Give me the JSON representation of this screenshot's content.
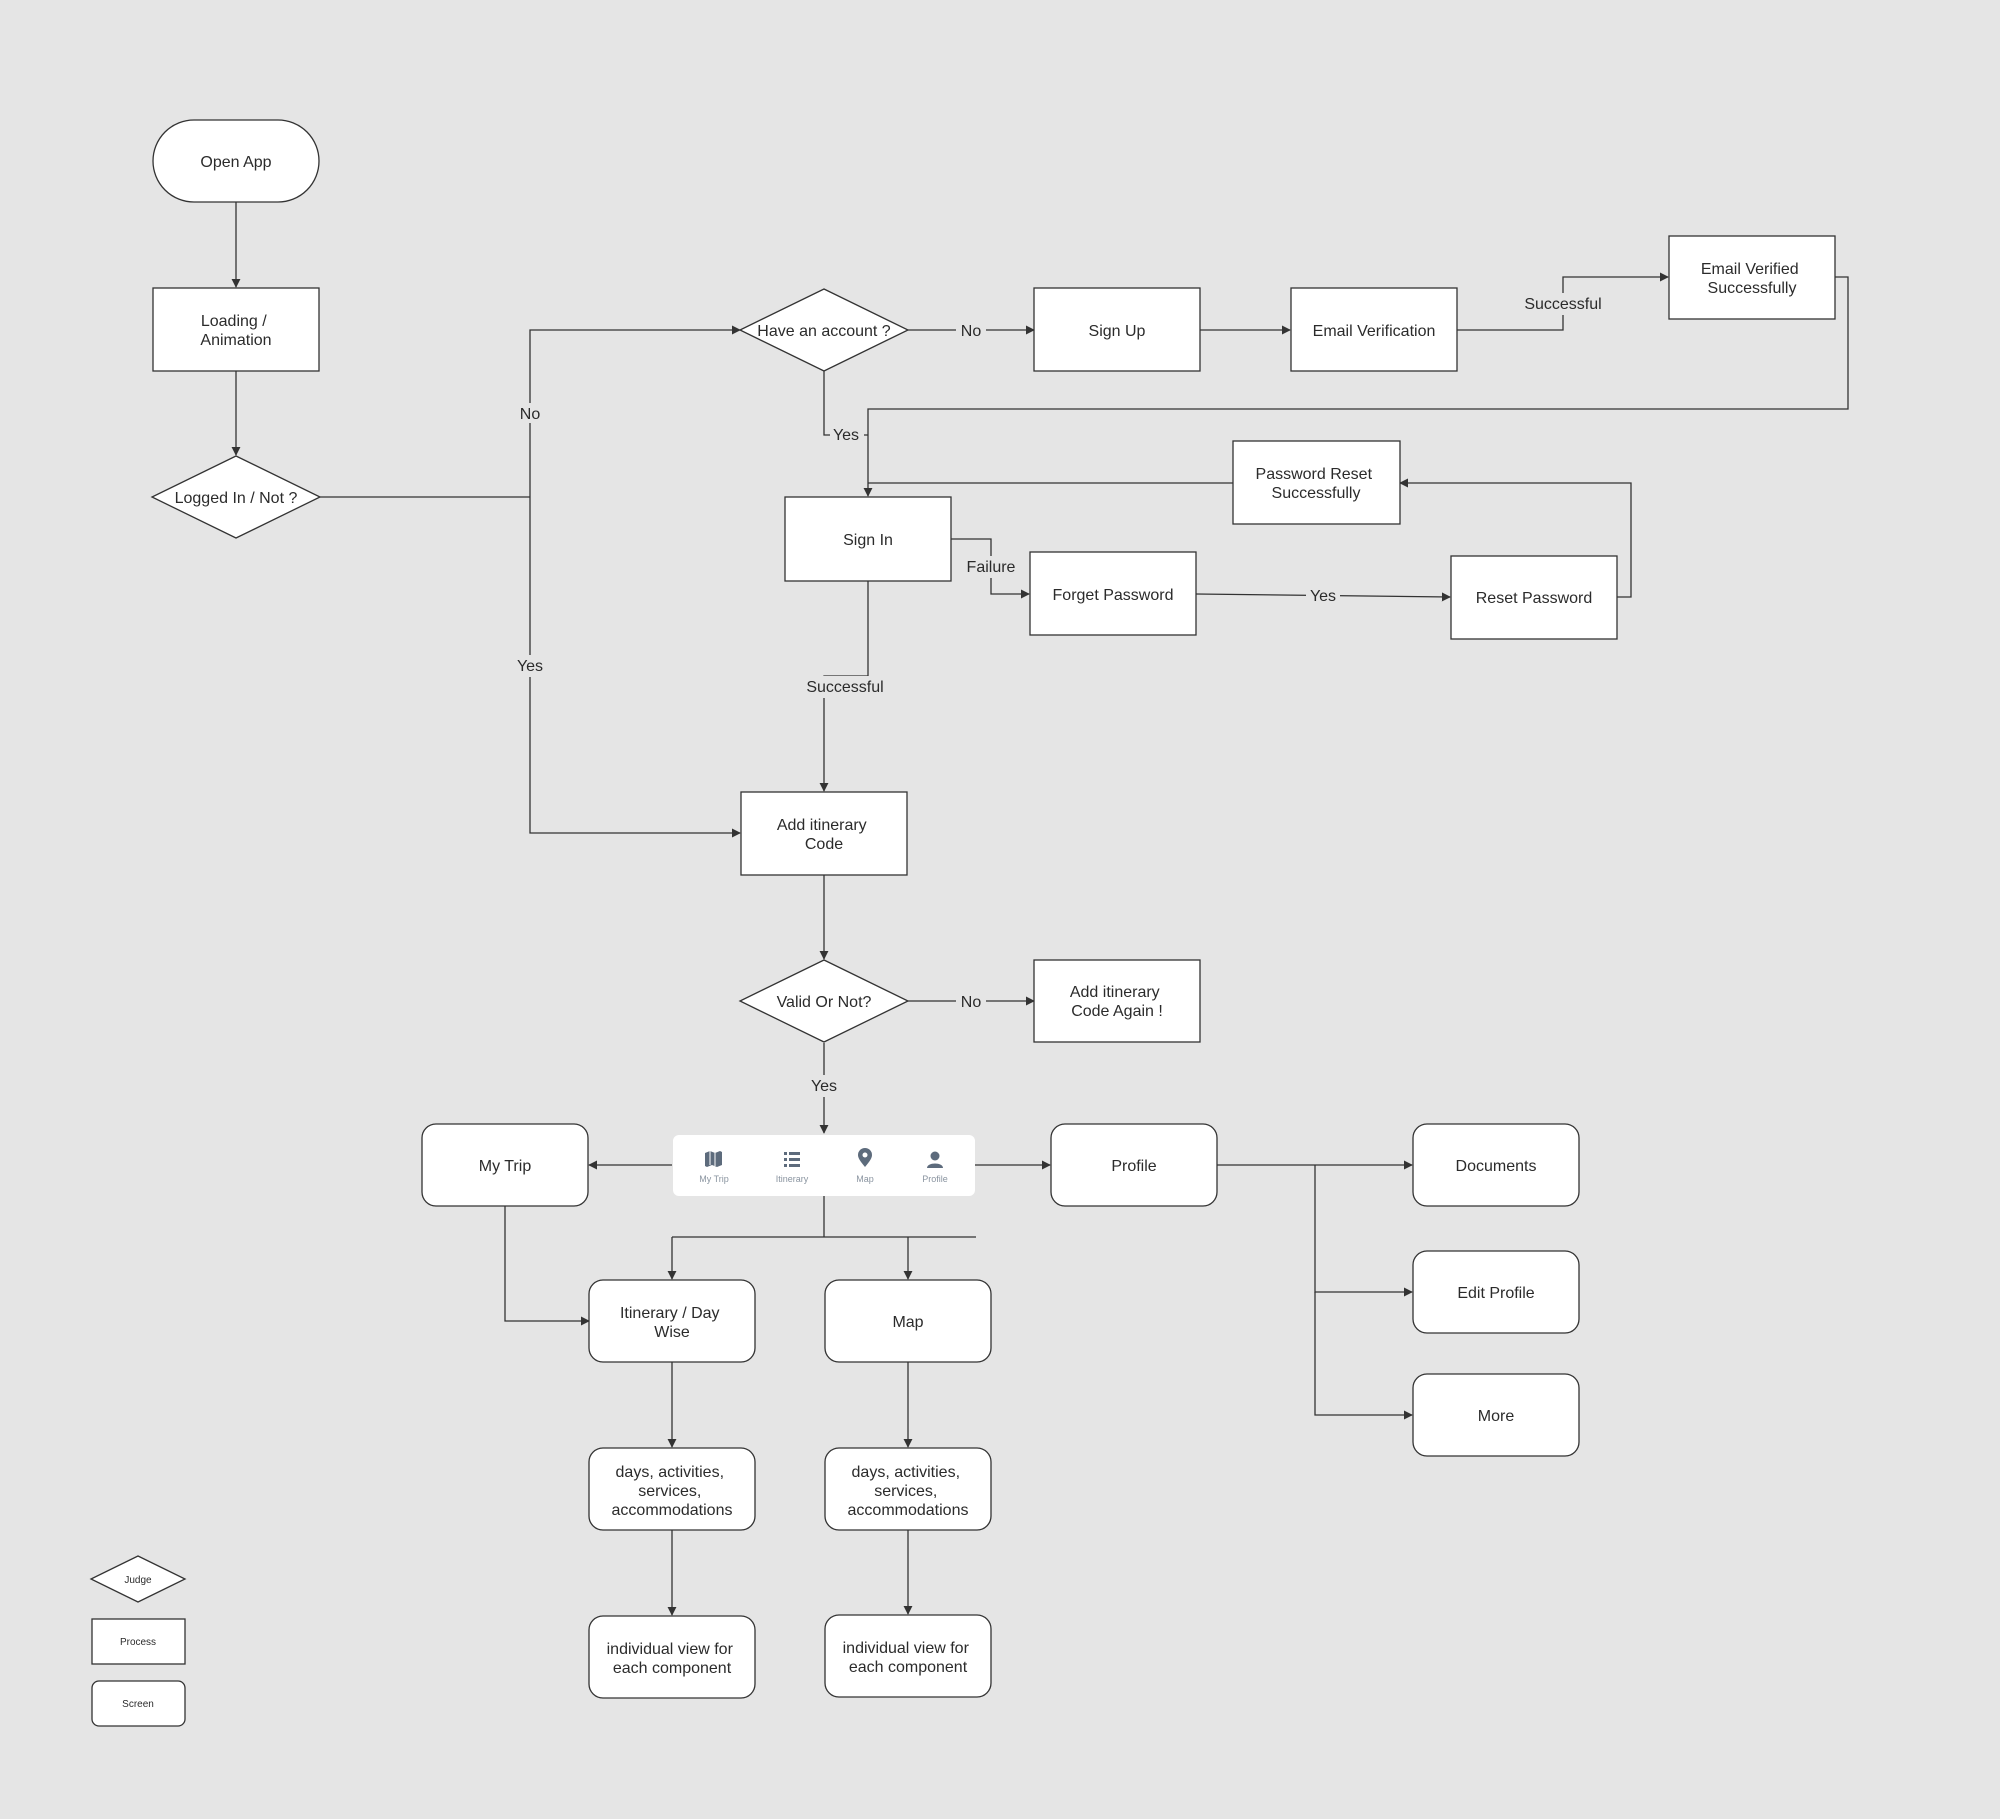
{
  "nodes": {
    "open_app": "Open App",
    "loading": [
      "Loading /",
      "Animation"
    ],
    "logged_in": "Logged In / Not ?",
    "have_account": "Have an account ?",
    "sign_up": "Sign Up",
    "email_verification": "Email Verification",
    "email_verified": [
      "Email Verified",
      "Successfully"
    ],
    "password_reset": [
      "Password Reset",
      "Successfully"
    ],
    "sign_in": "Sign In",
    "forget_password": "Forget Password",
    "reset_password": "Reset Password",
    "add_itinerary": [
      "Add itinerary",
      "Code"
    ],
    "valid_or_not": "Valid Or Not?",
    "add_itinerary_again": [
      "Add itinerary",
      "Code Again !"
    ],
    "my_trip": "My Trip",
    "profile": "Profile",
    "documents": "Documents",
    "edit_profile": "Edit Profile",
    "more": "More",
    "itinerary_day": [
      "Itinerary / Day",
      "Wise"
    ],
    "map": "Map",
    "days_left": [
      "days, activities,",
      "services,",
      "accommodations"
    ],
    "days_right": [
      "days, activities,",
      "services,",
      "accommodations"
    ],
    "individual_left": [
      "individual view for",
      "each component"
    ],
    "individual_right": [
      "individual view for",
      "each component"
    ]
  },
  "edge_labels": {
    "no_have_account": "No",
    "no_logged_in": "No",
    "yes_have_account": "Yes",
    "yes_logged_in": "Yes",
    "successful_email": "Successful",
    "failure_sign_in": "Failure",
    "yes_forget": "Yes",
    "successful_sign_in": "Successful",
    "no_valid": "No",
    "yes_valid": "Yes"
  },
  "tab_bar": {
    "tabs": [
      {
        "label": "My Trip",
        "icon": "map-icon"
      },
      {
        "label": "Itinerary",
        "icon": "list-icon"
      },
      {
        "label": "Map",
        "icon": "location-pin-icon"
      },
      {
        "label": "Profile",
        "icon": "person-icon"
      }
    ],
    "icon_color": "#5d6b7c"
  },
  "legend": {
    "judge": "Judge",
    "process": "Process",
    "screen": "Screen"
  },
  "colors": {
    "background": "#e5e5e5",
    "node_fill": "#ffffff",
    "stroke": "#333333"
  }
}
